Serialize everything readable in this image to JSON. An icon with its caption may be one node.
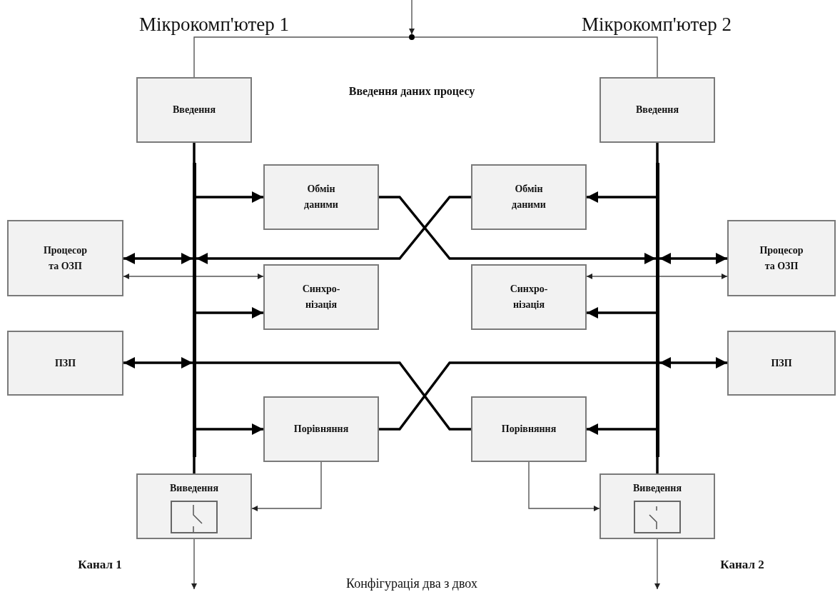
{
  "diagram": {
    "caption": "Конфігурація два з двох",
    "nodes": [
      {
        "text": [],
        "shape": "circle"
      },
      {
        "text": [
          "Введення"
        ]
      },
      {
        "text": [
          "Введення"
        ]
      },
      {
        "text": [
          "Обмін даними"
        ]
      },
      {
        "text": [
          "Обмін даними"
        ]
      },
      {
        "text": [
          "Процесор та ОЗП"
        ]
      },
      {
        "text": [
          "Процесор та ОЗП"
        ]
      },
      {
        "text": [
          "Синхро- нізація"
        ]
      },
      {
        "text": [
          "Синхро- нізація"
        ]
      },
      {
        "text": [
          "ПЗП"
        ]
      },
      {
        "text": [
          "ПЗП"
        ]
      },
      {
        "text": [
          "Порівняння"
        ]
      },
      {
        "text": [
          "Порівняння"
        ]
      },
      {
        "text": [
          "Виведення"
        ]
      },
      {
        "text": [
          "Виведення"
        ]
      },
      {
        "text": [],
        "shape": "bar"
      },
      {
        "text": [],
        "shape": "bar"
      }
    ],
    "edges": [
      {
        "from": null,
        "to": 0,
        "arrow": "to",
        "color": "#555555"
      },
      {
        "from": 0,
        "to": 1,
        "arrow": "none",
        "color": "#555555"
      },
      {
        "from": 0,
        "to": 2,
        "arrow": "none",
        "color": "#555555"
      },
      {
        "from": 1,
        "to": 15,
        "arrow": "none"
      },
      {
        "from": 2,
        "to": 16,
        "arrow": "none"
      },
      {
        "from": 15,
        "to": 3,
        "arrow": "to"
      },
      {
        "from": 16,
        "to": 4,
        "arrow": "to"
      },
      {
        "from": 3,
        "to": 16,
        "arrow": "to"
      },
      {
        "from": 4,
        "to": 15,
        "arrow": "to"
      },
      {
        "from": 15,
        "to": 5,
        "arrow": "both"
      },
      {
        "from": 16,
        "to": 6,
        "arrow": "both"
      },
      {
        "from": 15,
        "to": 5,
        "arrow": "to",
        "color": "#555555"
      },
      {
        "from": 15,
        "to": 7,
        "arrow": "to",
        "color": "#555555"
      },
      {
        "from": 16,
        "to": 8,
        "arrow": "to",
        "color": "#555555"
      },
      {
        "from": 16,
        "to": 6,
        "arrow": "to",
        "color": "#555555"
      },
      {
        "from": 15,
        "to": 7,
        "arrow": "to"
      },
      {
        "from": 16,
        "to": 8,
        "arrow": "to"
      },
      {
        "from": 15,
        "to": 9,
        "arrow": "both"
      },
      {
        "from": 16,
        "to": 10,
        "arrow": "both"
      },
      {
        "from": 11,
        "to": 16,
        "arrow": "none"
      },
      {
        "from": 12,
        "to": 15,
        "arrow": "none"
      },
      {
        "from": 15,
        "to": 11,
        "arrow": "to"
      },
      {
        "from": 16,
        "to": 12,
        "arrow": "to"
      },
      {
        "from": 11,
        "to": 13,
        "arrow": "to",
        "color": "#555555"
      },
      {
        "from": 12,
        "to": 14,
        "arrow": "to",
        "color": "#555555"
      },
      {
        "from": 15,
        "to": 13,
        "arrow": "none"
      },
      {
        "from": 16,
        "to": 14,
        "arrow": "none"
      },
      {
        "from": 13,
        "to": null,
        "arrow": "to",
        "color": "#555555"
      },
      {
        "from": 14,
        "to": null,
        "arrow": "to",
        "color": "#555555"
      }
    ],
    "labels": [
      "Мікрокомп'ютер 1",
      "Мікрокомп'ютер 2",
      "Введення даних процесу",
      "Канал 1",
      "Канал 2"
    ]
  }
}
